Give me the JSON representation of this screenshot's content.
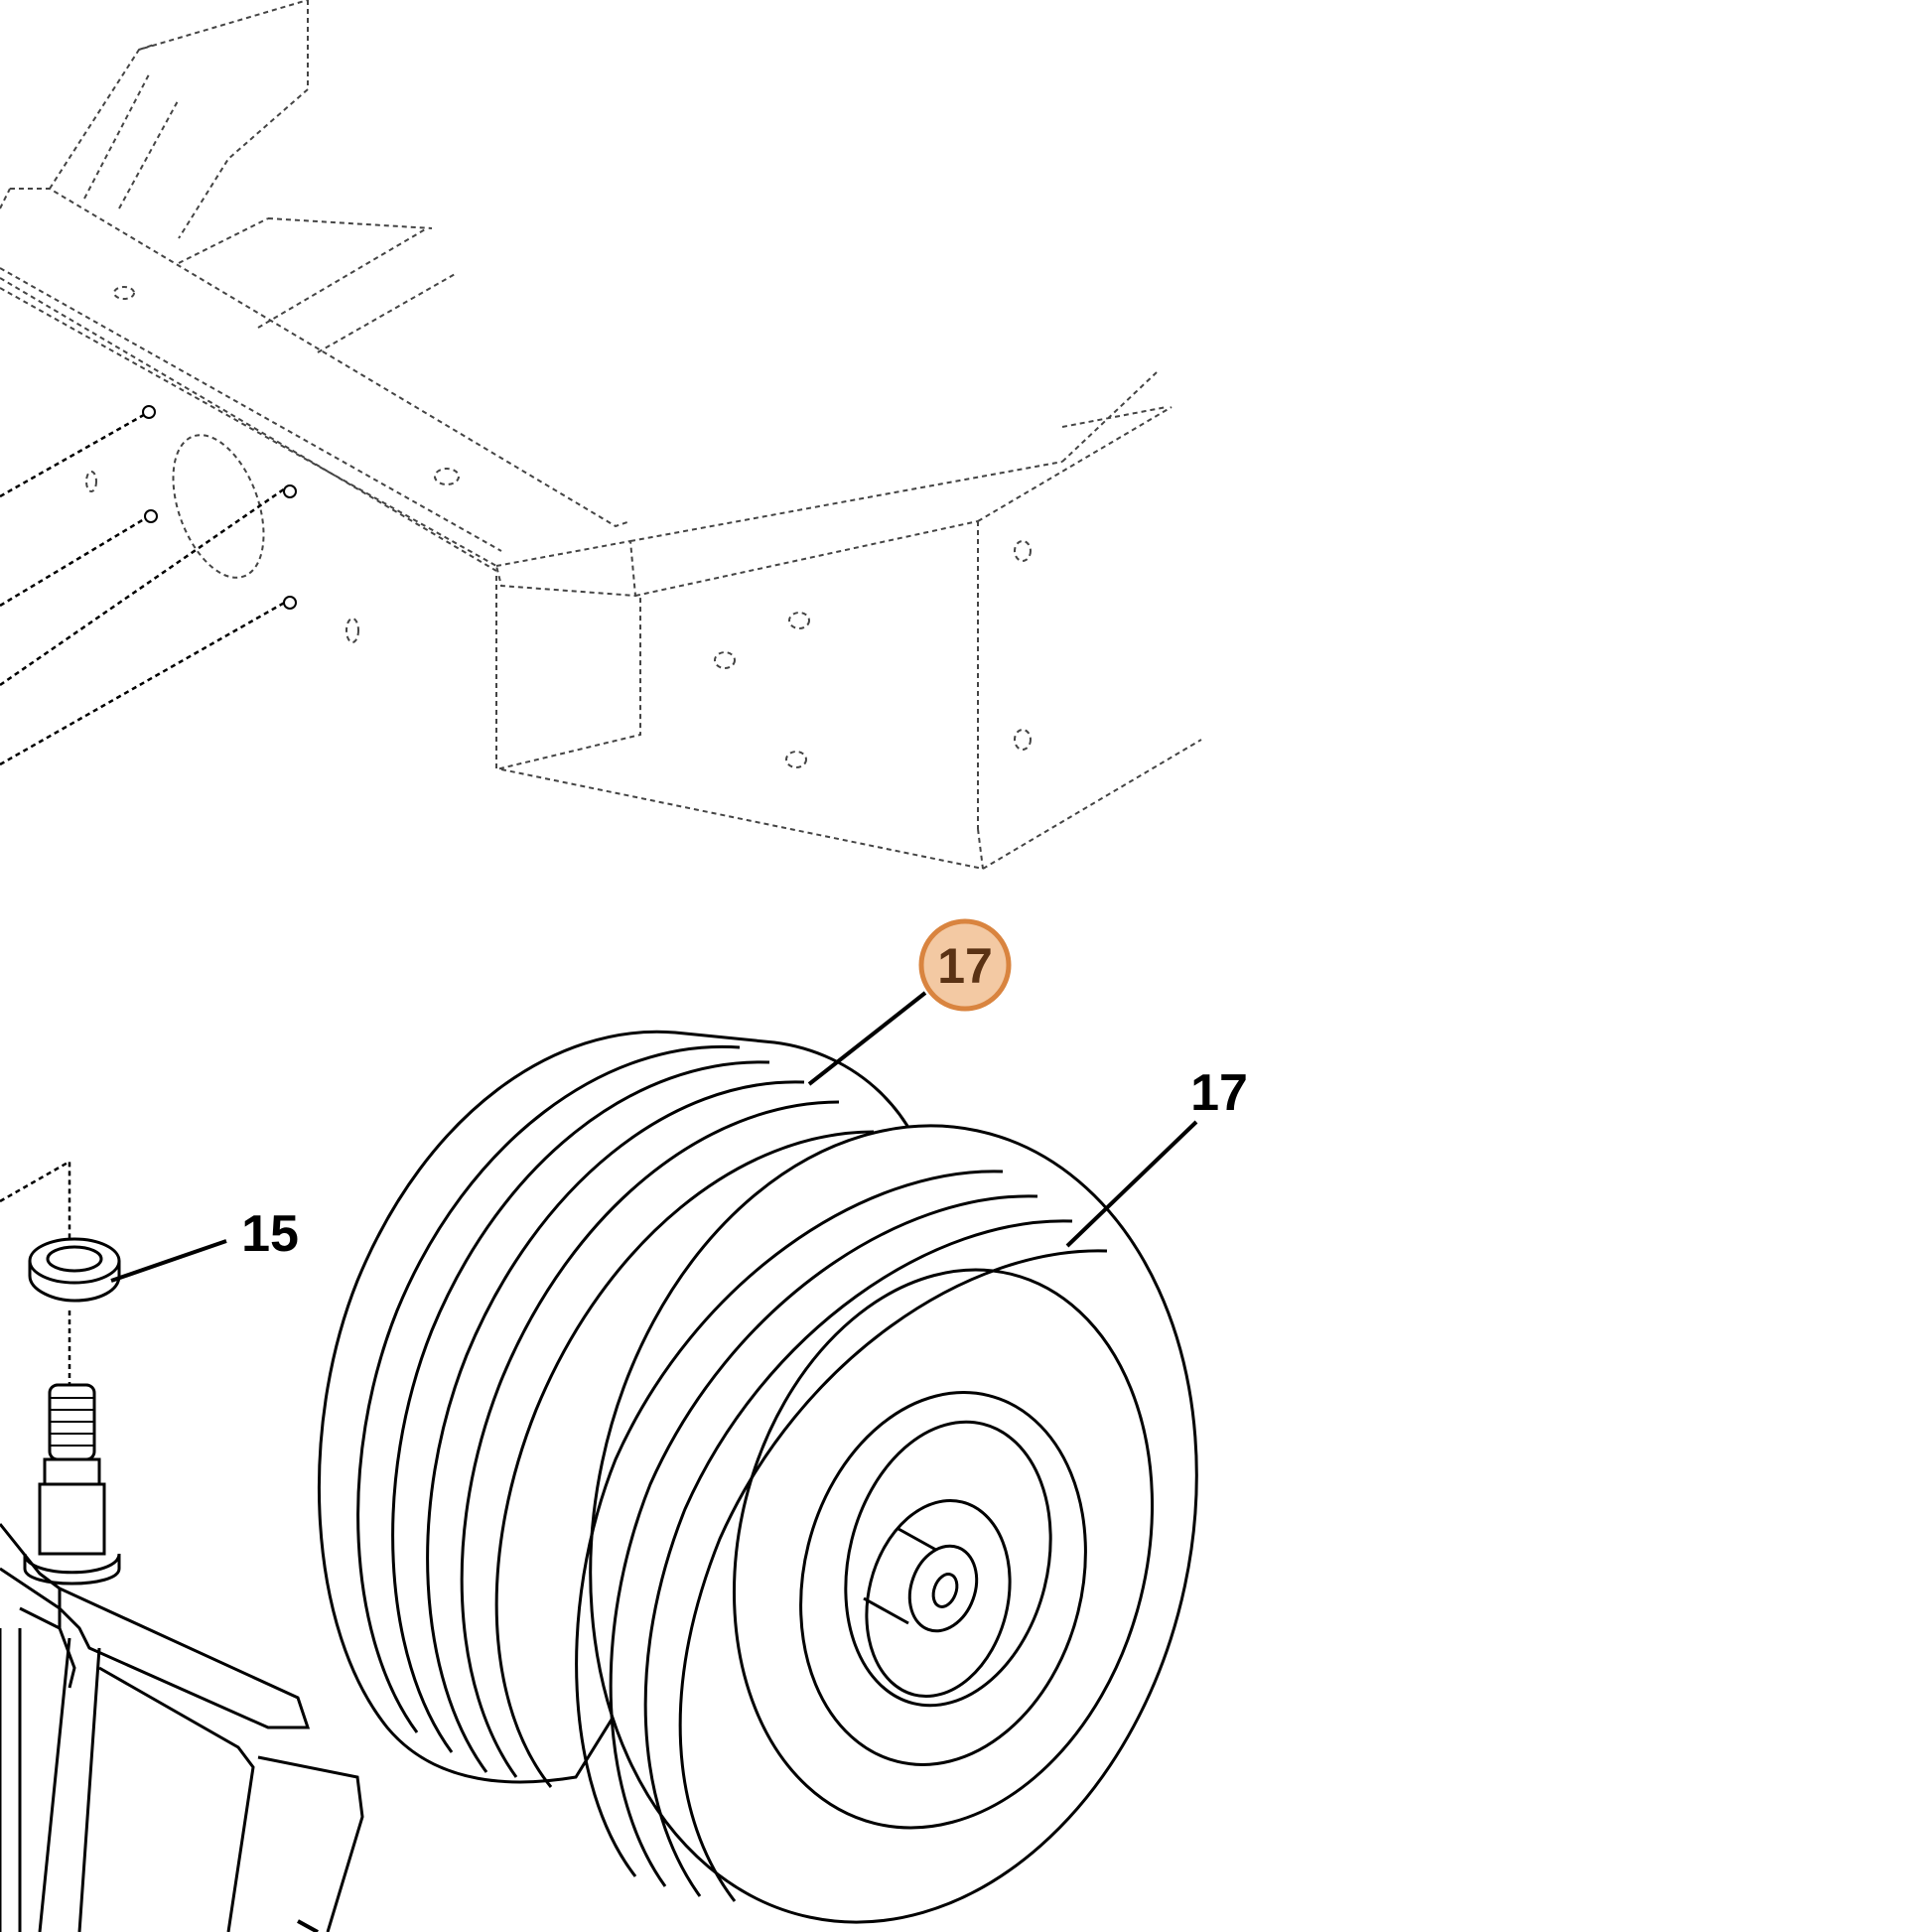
{
  "colors": {
    "line": "#000000",
    "dashed_frame": "#444444",
    "background": "#ffffff",
    "highlight_fill": "#f3c9a3",
    "highlight_stroke": "#d9843f",
    "highlight_text": "#5a3214"
  },
  "callouts": {
    "highlighted_17": {
      "label": "17",
      "highlighted": true
    },
    "wheel_17": {
      "label": "17",
      "highlighted": false
    },
    "washer_15": {
      "label": "15",
      "highlighted": false
    }
  },
  "parts": {
    "frame": {
      "icon": "chassis-frame-dashed"
    },
    "wheel_left": {
      "icon": "tire-wheel"
    },
    "wheel_right": {
      "icon": "tire-wheel"
    },
    "washer": {
      "icon": "washer-ring"
    },
    "spindle": {
      "icon": "threaded-spindle"
    },
    "fork": {
      "icon": "caster-fork"
    }
  }
}
